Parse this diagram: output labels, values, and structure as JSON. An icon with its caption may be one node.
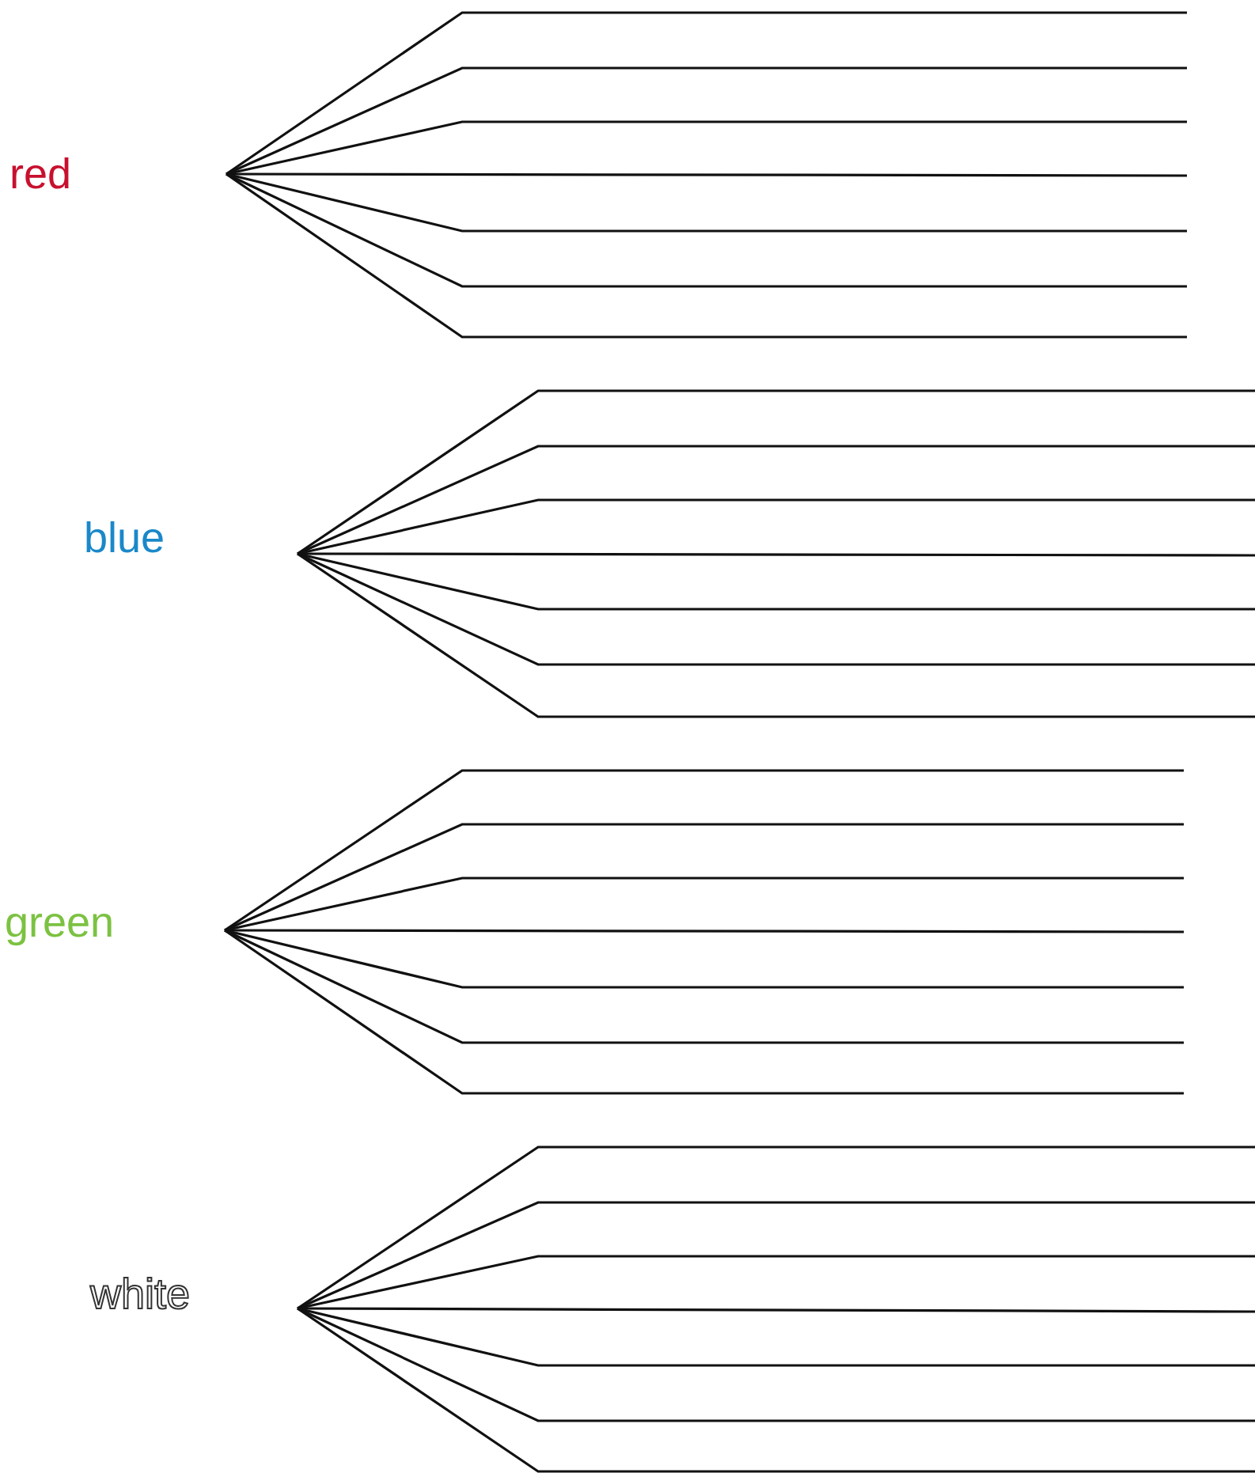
{
  "diagram": {
    "labels": [
      "red",
      "blue",
      "green",
      "white"
    ]
  }
}
